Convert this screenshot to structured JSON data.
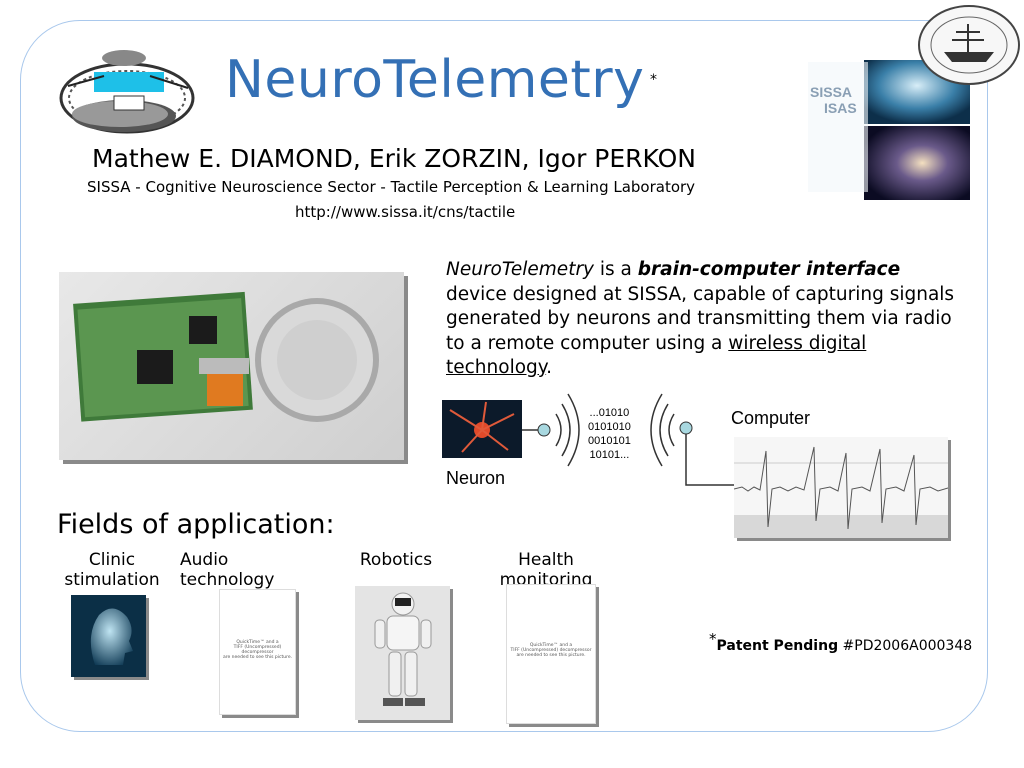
{
  "title": "NeuroTelemetry",
  "title_asterisk": "*",
  "authors": "Mathew E. DIAMOND, Erik ZORZIN, Igor PERKON",
  "affiliation": "SISSA - Cognitive Neuroscience Sector - Tactile Perception & Learning Laboratory",
  "url": "http://www.sissa.it/cns/tactile",
  "logo_text": {
    "line1": "SISSA",
    "line2": "ISAS"
  },
  "description": {
    "term": "NeuroTelemetry",
    "is_a": " is a ",
    "bci": "brain-computer interface",
    "body": " device designed at SISSA, capable of capturing signals generated by neurons and transmitting them via radio to a remote computer using a ",
    "wireless": "wireless digital technology",
    "period": "."
  },
  "diagram": {
    "neuron_label": "Neuron",
    "computer_label": "Computer",
    "bits": [
      "...01010",
      "0101010",
      "0010101",
      "10101..."
    ]
  },
  "fields": {
    "title": "Fields of application:",
    "items": [
      {
        "label1": "Clinic",
        "label2": "stimulation"
      },
      {
        "label1": "Audio",
        "label2": "technology"
      },
      {
        "label1": "Robotics",
        "label2": ""
      },
      {
        "label1": "Health",
        "label2": "monitoring"
      }
    ],
    "quicktime_note": [
      "QuickTime™ and a",
      "TIFF (Uncompressed) decompressor",
      "are needed to see this picture."
    ]
  },
  "patent": {
    "star": "*",
    "label": "Patent Pending",
    "number": " #PD2006A000348"
  },
  "colors": {
    "title": "#3470b5",
    "frame": "#a9c8ec"
  }
}
